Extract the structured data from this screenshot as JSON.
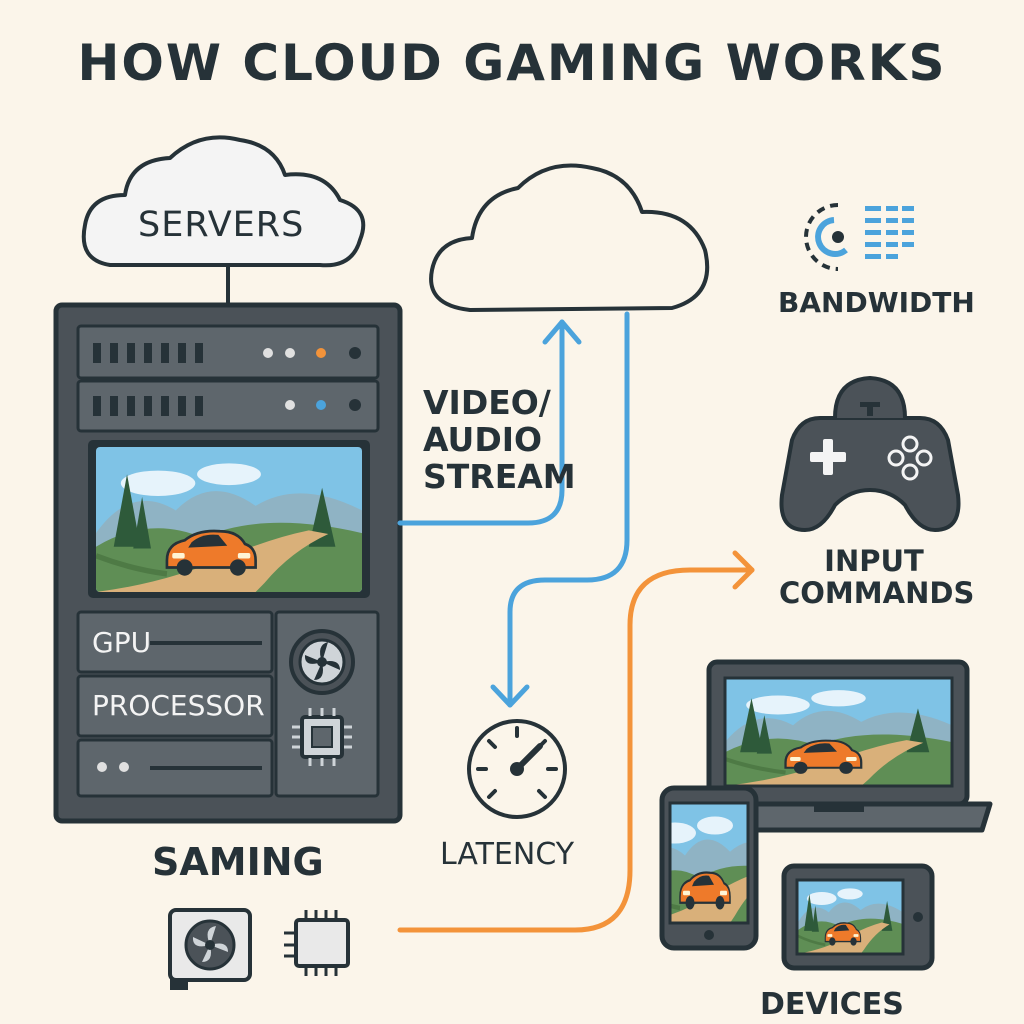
{
  "title": "HOW CLOUD GAMING WORKS",
  "labels": {
    "servers": "SERVERS",
    "video_audio_stream": [
      "VIDEO/",
      "AUDIO",
      "STREAM"
    ],
    "bandwidth": "BANDWIDTH",
    "input_commands": [
      "INPUT",
      "COMMANDS"
    ],
    "gpu": "GPU",
    "processor": "PROCESSOR",
    "gaming": "SAMING",
    "latency": "LATENCY",
    "devices": "DEVICES"
  },
  "colors": {
    "background": "#fbf5ea",
    "dark": "#263238",
    "rack": "#4b5258",
    "rack_panel": "#5e666c",
    "blue_arrow": "#4ba3dc",
    "orange_arrow": "#f3933a",
    "car": "#ee7a2a"
  },
  "icons": [
    "cloud-icon",
    "server-rack-icon",
    "fan-icon",
    "chip-icon",
    "gauge-icon",
    "gamepad-icon",
    "wifi-signal-icon",
    "laptop-icon",
    "phone-icon",
    "tablet-icon",
    "graphics-card-icon"
  ]
}
